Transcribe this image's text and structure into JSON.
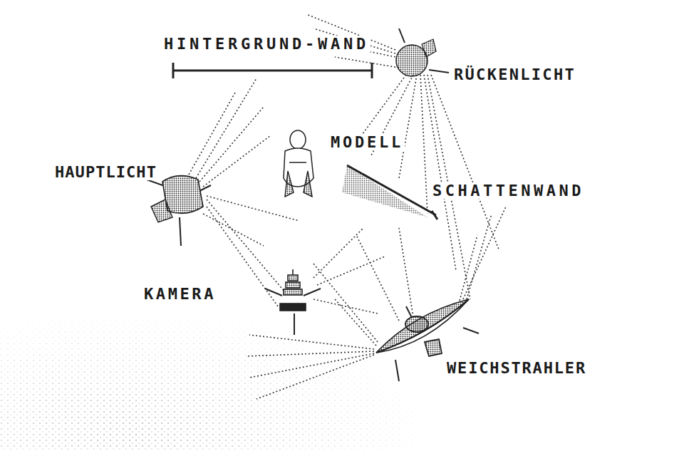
{
  "diagram": {
    "labels": [
      "HINTERGRUND-WAND",
      "RÜCKENLICHT",
      "MODELL",
      "HAUPTLICHT",
      "SCHATTENWAND",
      "KAMERA",
      "WEICHSTRAHLER"
    ]
  }
}
